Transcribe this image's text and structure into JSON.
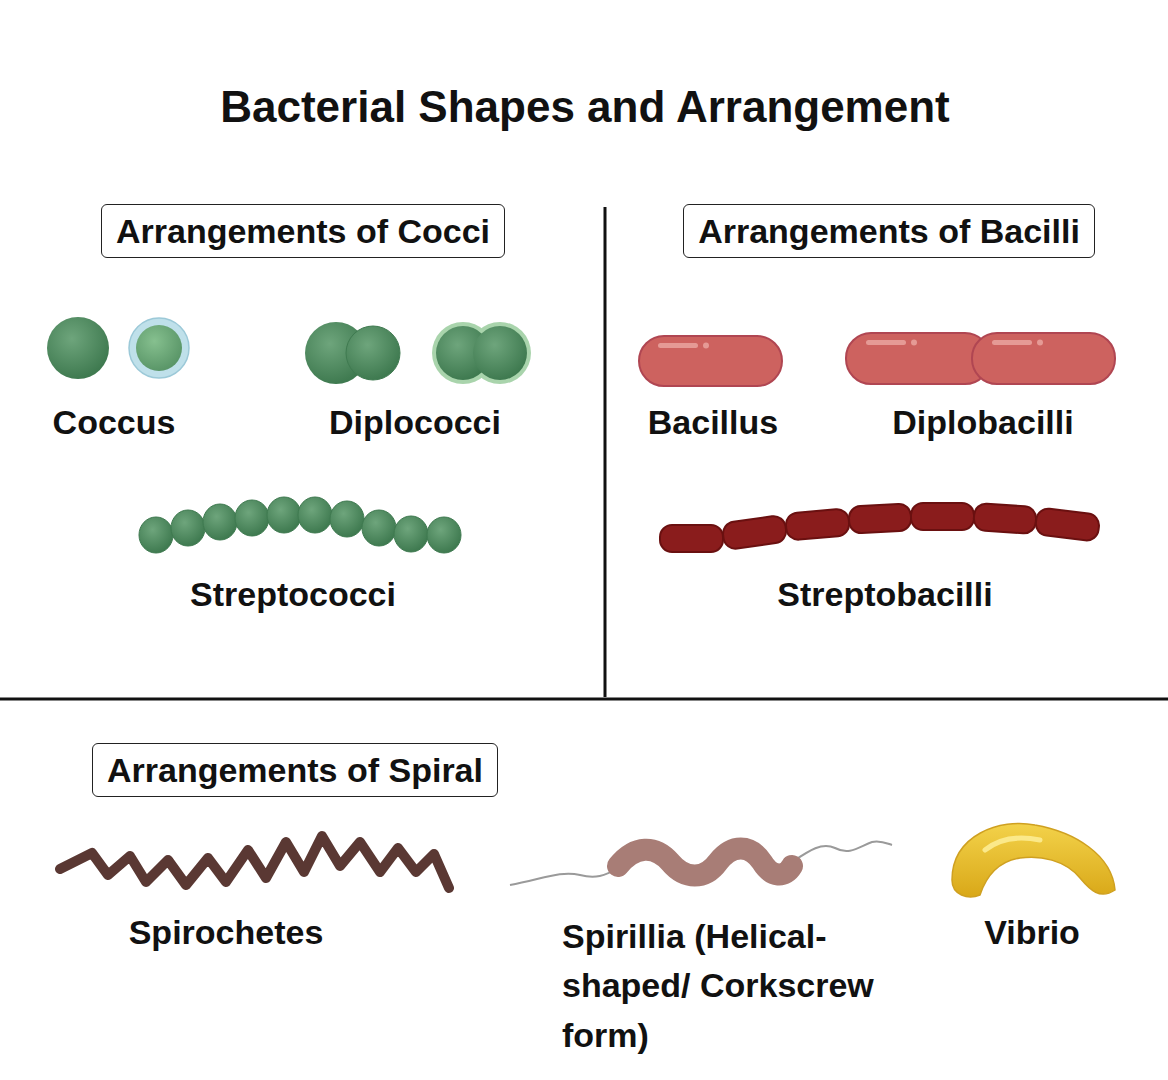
{
  "diagram": {
    "title": "Bacterial Shapes and Arrangement",
    "nodes": [
      {
        "text": [
          "Arrangements of Cocci"
        ]
      },
      {
        "text": [
          "Arrangements of Bacilli"
        ]
      },
      {
        "text": [
          "Arrangements of Spiral"
        ]
      }
    ],
    "labels": [
      "Coccus",
      "Diplococci",
      "Streptococci",
      "Bacillus",
      "Diplobacilli",
      "Streptobacilli",
      "Spirochetes",
      "Spirillia (Helical-shaped/ Corkscrew form)",
      "Vibrio"
    ]
  }
}
